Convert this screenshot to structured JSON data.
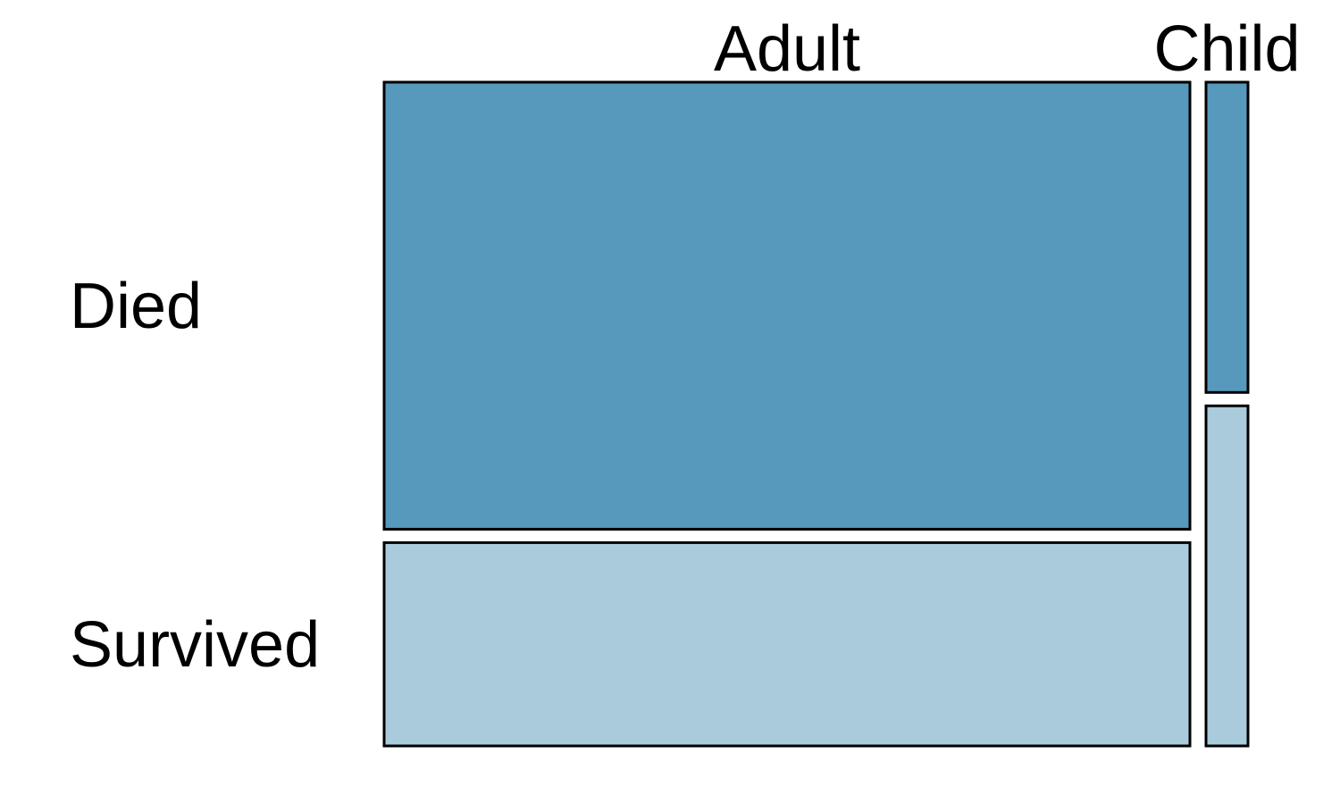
{
  "chart_data": {
    "type": "mosaic",
    "columns": [
      "Adult",
      "Child"
    ],
    "rows": [
      "Died",
      "Survived"
    ],
    "counts": {
      "Adult": {
        "Died": 1438,
        "Survived": 654
      },
      "Child": {
        "Died": 52,
        "Survived": 57
      }
    },
    "colors": {
      "Died": "#5799bd",
      "Survived": "#aacbdb"
    }
  }
}
